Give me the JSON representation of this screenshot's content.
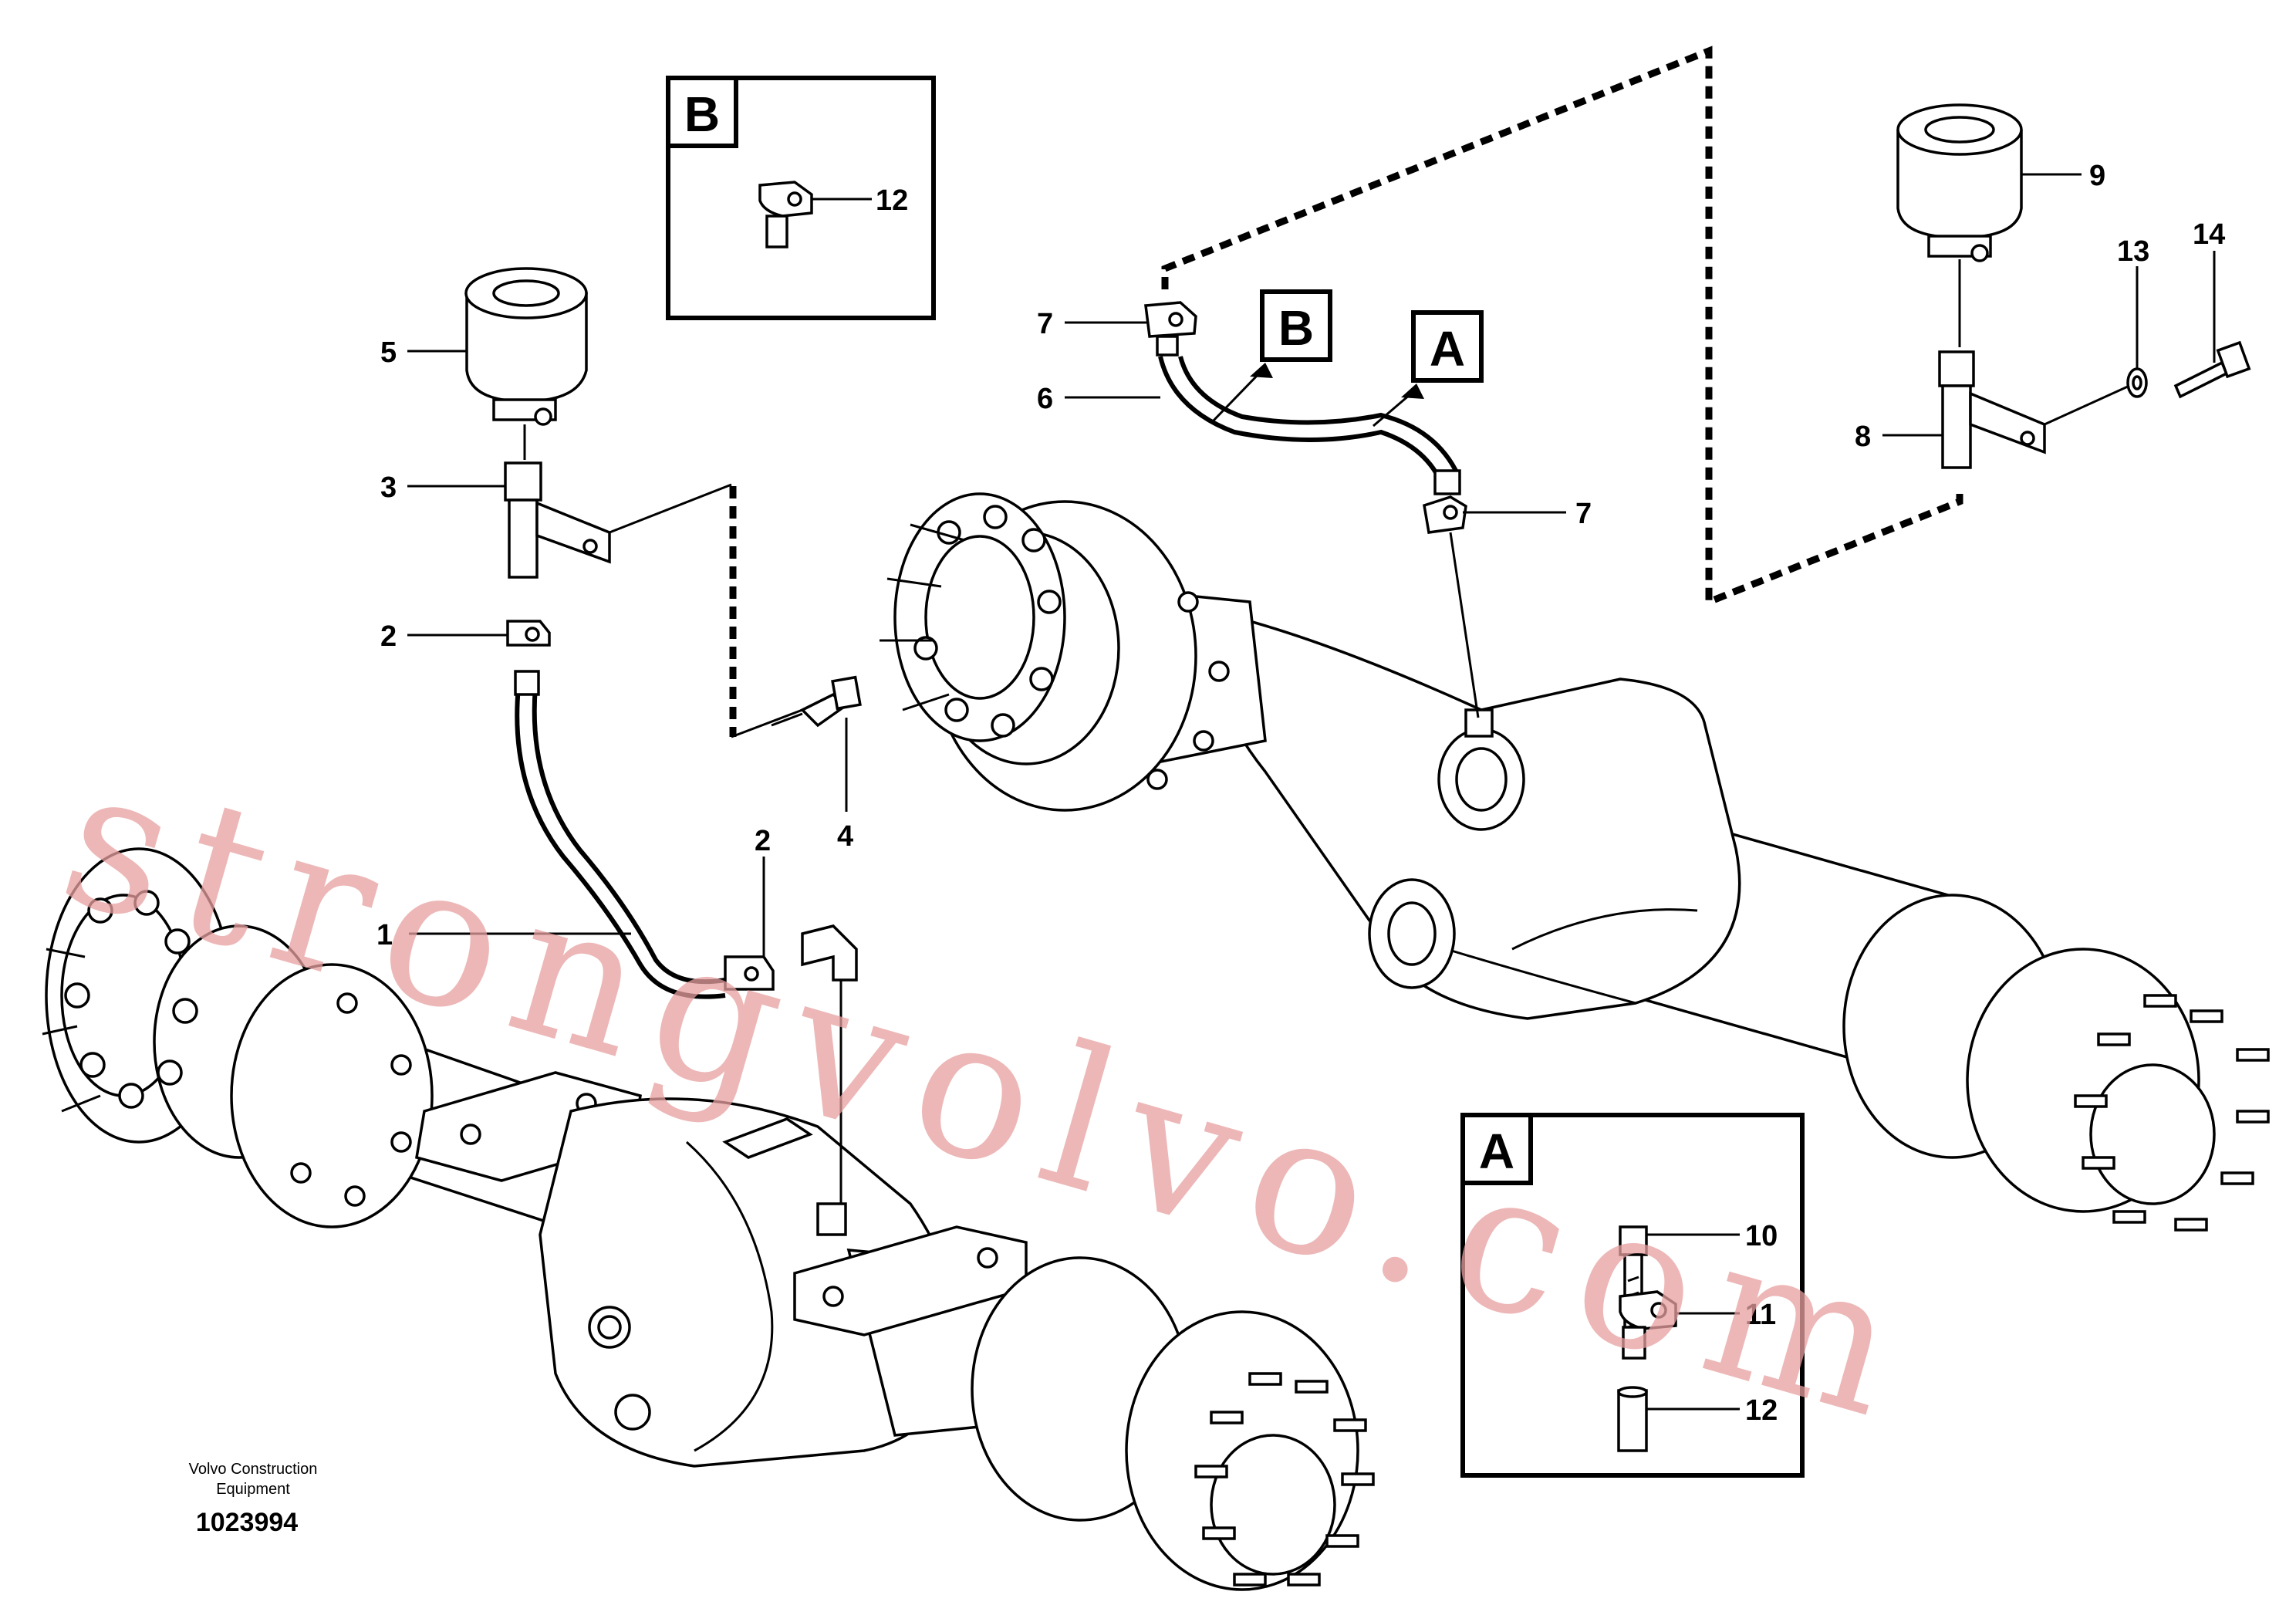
{
  "watermark": "strongvolvo.com",
  "caption": {
    "line1": "Volvo Construction",
    "line2": "Equipment",
    "number": "1023994"
  },
  "detail_boxes": {
    "B": {
      "letter": "B",
      "callouts": [
        "12"
      ]
    },
    "A": {
      "letter": "A",
      "callouts": [
        "10",
        "11",
        "12"
      ]
    }
  },
  "hose_markers": {
    "B": "B",
    "A": "A"
  },
  "callouts": {
    "c1": "1",
    "c2a": "2",
    "c2b": "2",
    "c3": "3",
    "c4": "4",
    "c5": "5",
    "c6": "6",
    "c7a": "7",
    "c7b": "7",
    "c8": "8",
    "c9": "9",
    "c13": "13",
    "c14": "14"
  }
}
